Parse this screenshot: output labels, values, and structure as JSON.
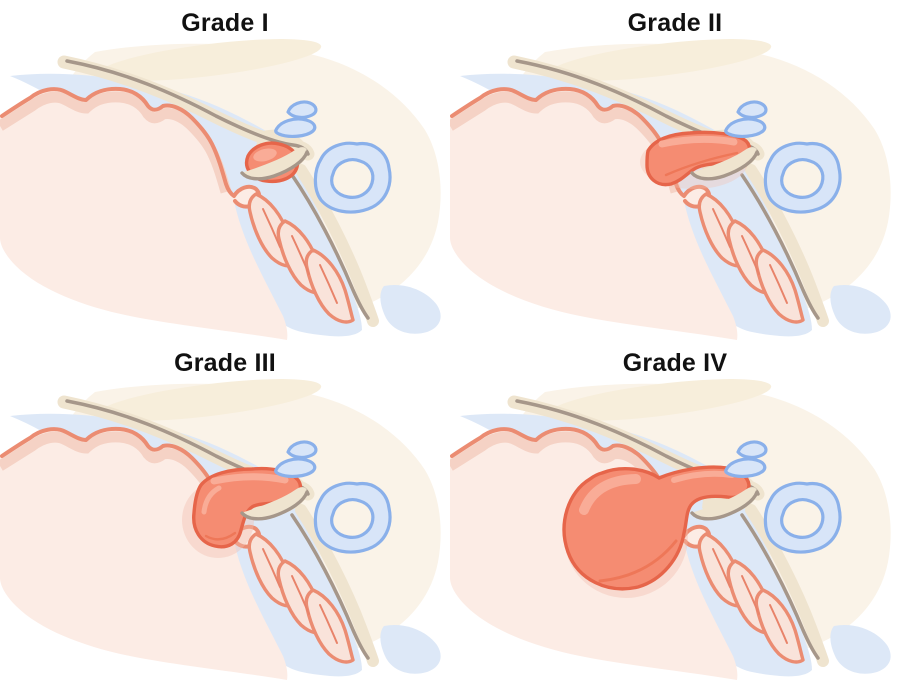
{
  "panels": [
    {
      "id": "grade-1",
      "label": "Grade I"
    },
    {
      "id": "grade-2",
      "label": "Grade II"
    },
    {
      "id": "grade-3",
      "label": "Grade III"
    },
    {
      "id": "grade-4",
      "label": "Grade IV"
    }
  ],
  "palette": {
    "background": "#ffffff",
    "cream": "#faf3e8",
    "cream_light": "#f7eedb",
    "light_blue": "#dde8f7",
    "beige_band": "#efe4cf",
    "brown_line": "#a6978a",
    "mucosa_outline": "#eb8c72",
    "mucosa_mid": "#f5d2c5",
    "mucosa_inner": "#fcece5",
    "fold_fill": "#f9e3da",
    "fold_accent": "#e8836a",
    "mass_fill": "#f58c72",
    "mass_outline": "#e6654a",
    "mass_highlight": "#f9ac97",
    "mass_shade": "#ee7758",
    "mass_halo": "#f3bfaf",
    "vessel_fill": "#d8e5f8",
    "vessel_outline": "#8ab0ea",
    "label_color": "#111111"
  }
}
